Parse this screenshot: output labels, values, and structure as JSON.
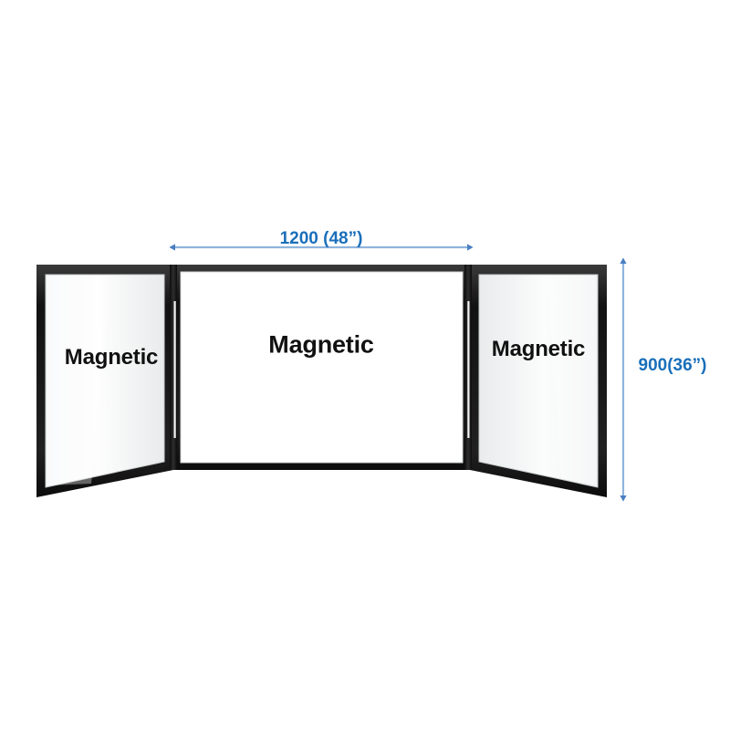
{
  "product": {
    "type": "tri-fold magnetic whiteboard",
    "panels": [
      {
        "id": "left-wing",
        "label": "Magnetic"
      },
      {
        "id": "center-panel",
        "label": "Magnetic"
      },
      {
        "id": "right-wing",
        "label": "Magnetic"
      }
    ]
  },
  "dimensions": {
    "width": {
      "label": "1200 (48”)",
      "value": 1200,
      "unit": "mm",
      "imperial": "48”"
    },
    "height": {
      "label": "900(36”)",
      "value": 900,
      "unit": "mm",
      "imperial": "36”"
    }
  },
  "colors": {
    "frame": "#1b1b1b",
    "panel_center": "#ffffff",
    "panel_wing": "#eef0f1",
    "dimension_blue": "#1a6fba",
    "arrow_line": "#8fb4de",
    "arrow_head": "#4a7fc1",
    "background": "#ffffff"
  }
}
